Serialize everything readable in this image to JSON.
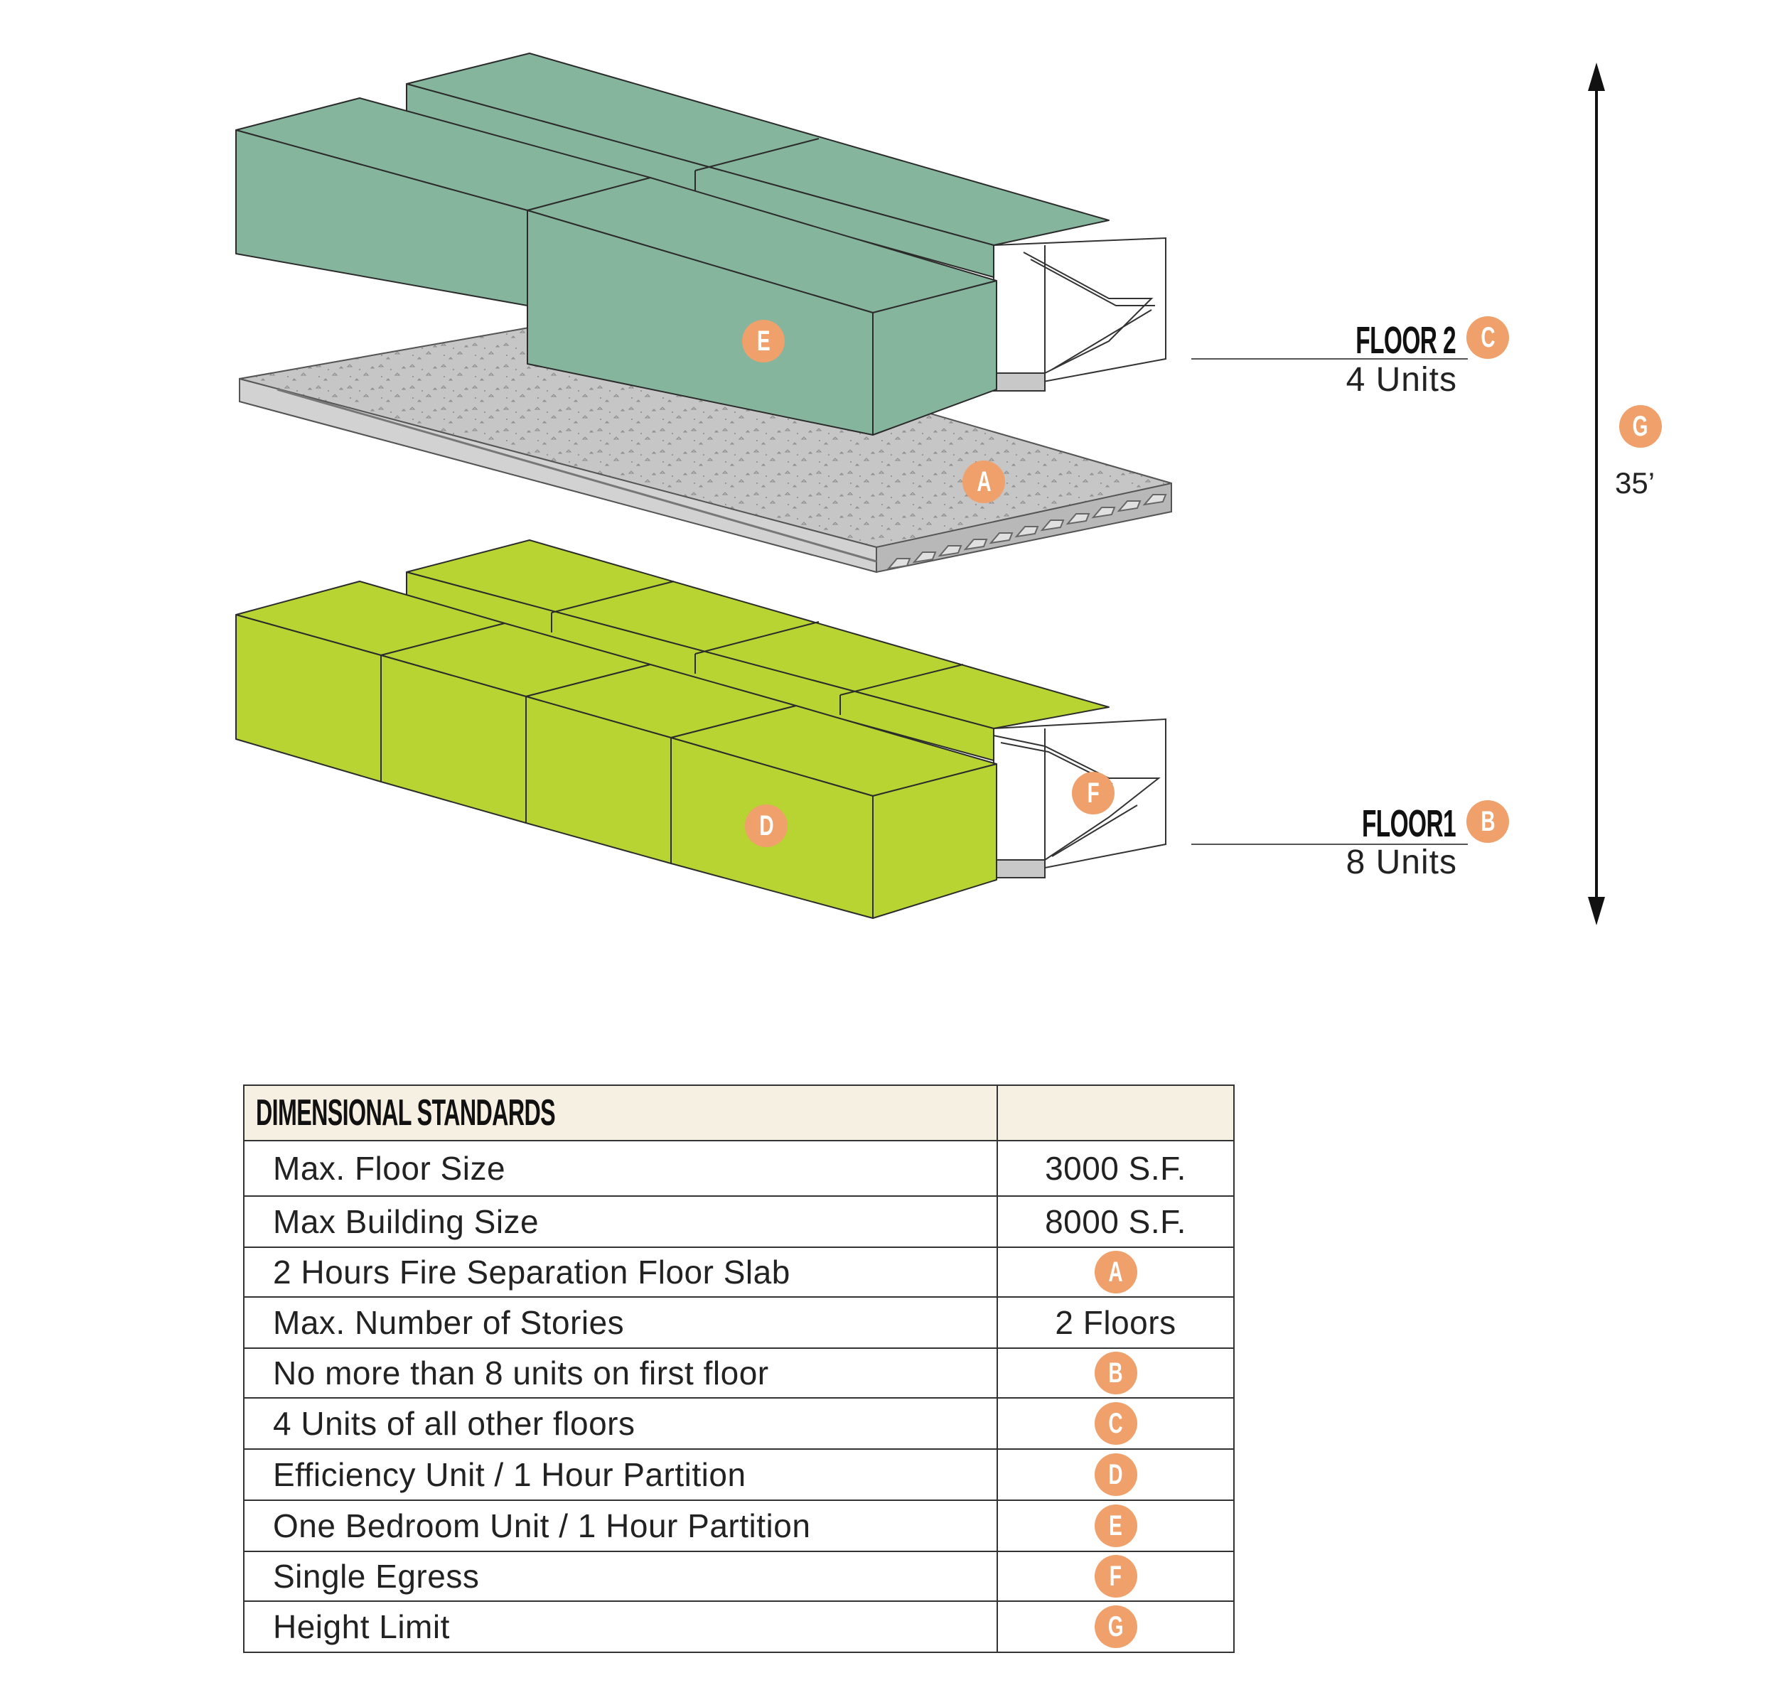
{
  "floors": [
    {
      "title": "FLOOR 2",
      "units": "4 Units",
      "badge": "C"
    },
    {
      "title": "FLOOR1",
      "units": "8 Units",
      "badge": "B"
    }
  ],
  "height": {
    "badge": "G",
    "label": "35’"
  },
  "diagram_badges": {
    "upper_units": "E",
    "floor_slab": "A",
    "lower_units": "D",
    "stair": "F"
  },
  "colors": {
    "one_bedroom_units": "#86b59d",
    "efficiency_units": "#b8d432",
    "slab": "#c8c8c8",
    "badge": "#f0a06a",
    "table_header": "#f6f0e2"
  },
  "table": {
    "title": "DIMENSIONAL STANDARDS",
    "rows": [
      {
        "label": "Max. Floor Size",
        "value": "3000 S.F."
      },
      {
        "label": "Max Building Size",
        "value": "8000 S.F."
      },
      {
        "label": "2 Hours Fire Separation Floor Slab",
        "badge": "A"
      },
      {
        "label": "Max. Number of Stories",
        "value": "2 Floors"
      },
      {
        "label": "No more than 8 units on first floor",
        "badge": "B"
      },
      {
        "label": "4 Units of all other floors",
        "badge": "C"
      },
      {
        "label": "Efficiency Unit / 1 Hour Partition",
        "badge": "D"
      },
      {
        "label": "One Bedroom Unit / 1 Hour Partition",
        "badge": "E"
      },
      {
        "label": "Single Egress",
        "badge": "F"
      },
      {
        "label": "Height Limit",
        "badge": "G"
      }
    ]
  }
}
